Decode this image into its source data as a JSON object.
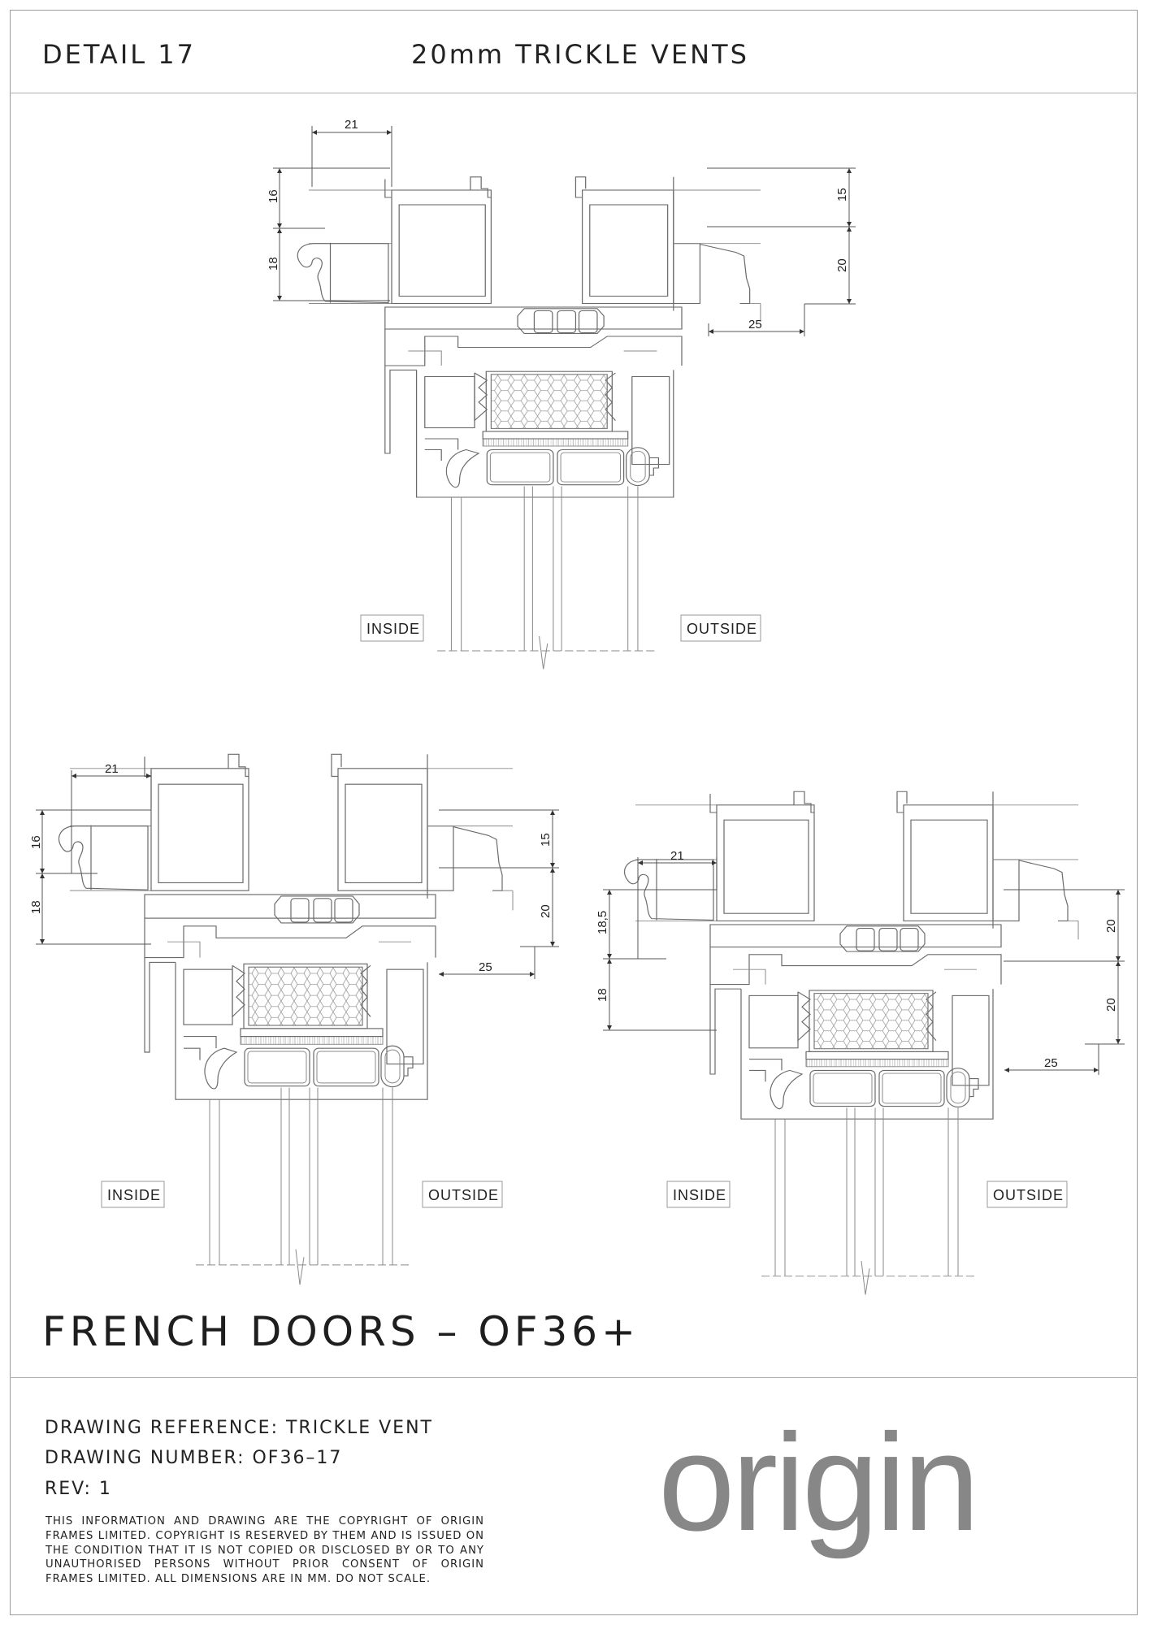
{
  "header": {
    "detail": "DETAIL 17",
    "subject": "20mm TRICKLE VENTS"
  },
  "title": "FRENCH DOORS – OF36+",
  "info": {
    "reference": "DRAWING REFERENCE: TRICKLE VENT",
    "number": "DRAWING NUMBER: OF36–17",
    "rev": "REV: 1",
    "copyright": "THIS INFORMATION AND DRAWING ARE THE COPYRIGHT OF ORIGIN FRAMES LIMITED. COPYRIGHT IS RESERVED BY THEM AND IS ISSUED ON THE CONDITION THAT IT IS NOT COPIED OR DISCLOSED BY OR TO ANY UNAUTHORISED PERSONS WITHOUT PRIOR CONSENT OF ORIGIN FRAMES LIMITED. ALL DIMENSIONS ARE IN MM. DO NOT SCALE."
  },
  "logo": "origin",
  "details": [
    {
      "labels": {
        "inside": "INSIDE",
        "outside": "OUTSIDE"
      },
      "dims": {
        "top_width": "21",
        "left_upper": "16",
        "left_lower": "18",
        "right_upper": "15",
        "right_lower": "20",
        "vent_width": "25"
      }
    },
    {
      "labels": {
        "inside": "INSIDE",
        "outside": "OUTSIDE"
      },
      "dims": {
        "top_width": "21",
        "left_upper": "16",
        "left_lower": "18",
        "right_upper": "15",
        "right_lower": "20",
        "vent_width": "25"
      }
    },
    {
      "labels": {
        "inside": "INSIDE",
        "outside": "OUTSIDE"
      },
      "dims": {
        "top_width": "21",
        "left_upper": "18,5",
        "left_lower": "18",
        "right_upper": "20",
        "right_lower": "20",
        "vent_width": "25"
      }
    }
  ]
}
